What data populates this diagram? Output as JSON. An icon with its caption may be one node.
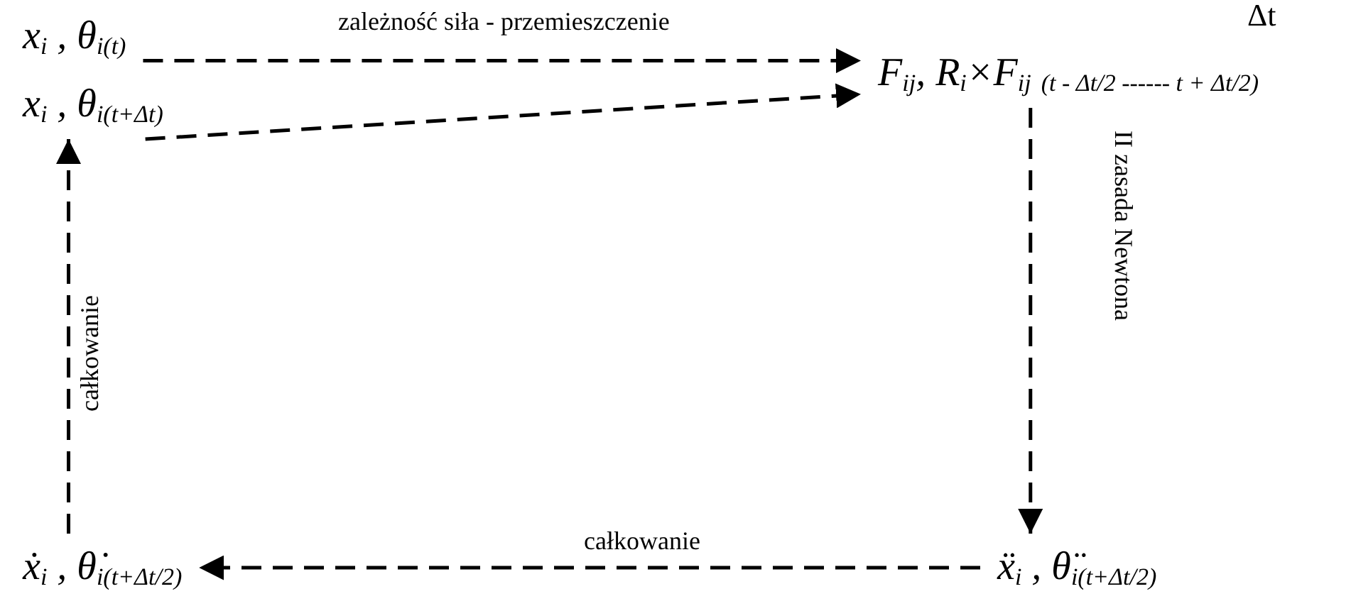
{
  "diagram": {
    "nodes": [
      {
        "text": [
          "x$_{i}$ , θ$_{i(t)}$"
        ]
      },
      {
        "text": [
          "x$_{i}$ , θ$_{i(t+Δt)}$"
        ]
      },
      {
        "text": [
          "F$_{ij}$, R$_{i}$×F$_{ij}$ $_{(t - Δt/2 ------ t + Δt/2)}$"
        ],
        "beside": [
          "Δt"
        ]
      },
      {
        "text": [
          "ẍ$_{i}$ ,  θ̈$_{i(t+Δt/2)}$"
        ]
      },
      {
        "text": [
          "ẋ$_{i}$ ,  θ̇$_{i(t+Δt/2)}$"
        ]
      }
    ],
    "edges": [
      {
        "from": 0,
        "to": 2,
        "arrow": "to",
        "label": "zależność siła - przemieszczenie",
        "style": "dashed"
      },
      {
        "from": 1,
        "to": 2,
        "arrow": "to",
        "style": "dashed"
      },
      {
        "from": 2,
        "to": 3,
        "arrow": "to",
        "label": "II zasada Newtona",
        "style": "dashed"
      },
      {
        "from": 3,
        "to": 4,
        "arrow": "to",
        "label": "całkowanie",
        "style": "dashed"
      },
      {
        "from": 4,
        "to": 1,
        "arrow": "to",
        "label": "całkowanie",
        "style": "dashed"
      }
    ]
  }
}
